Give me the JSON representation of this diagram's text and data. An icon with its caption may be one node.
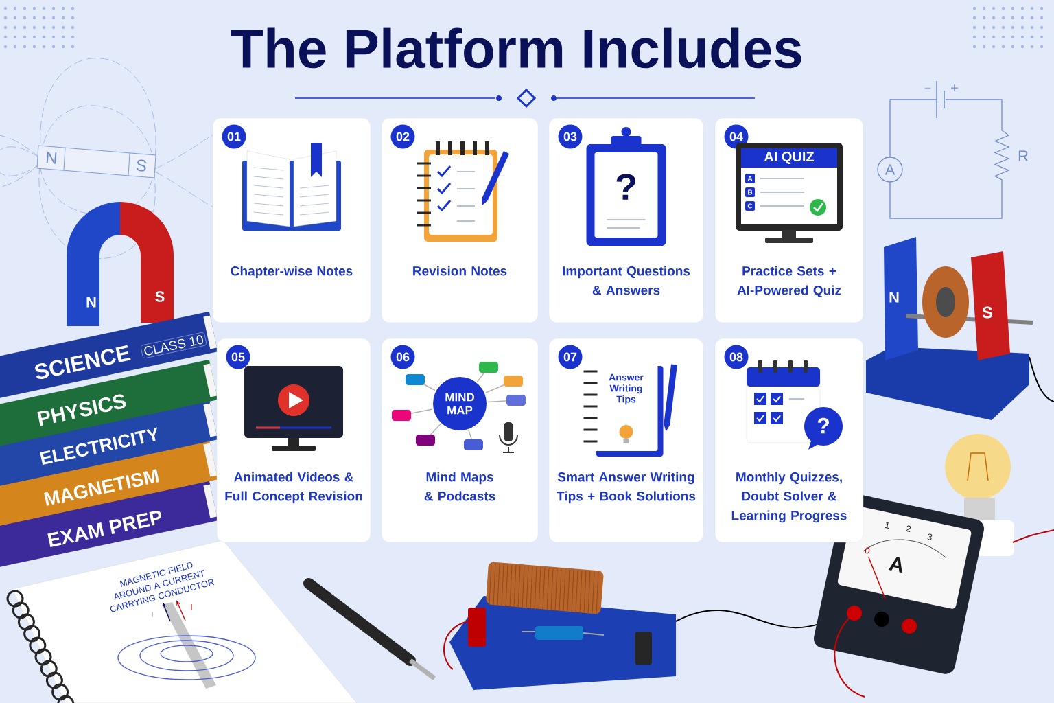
{
  "diagram": {
    "title": "The Platform Includes",
    "nodes": [
      {
        "text": [
          "01",
          "Chapter-wise Notes"
        ]
      },
      {
        "text": [
          "02",
          "Revision Notes"
        ]
      },
      {
        "text": [
          "03",
          "?",
          "Important Questions & Answers"
        ]
      },
      {
        "text": [
          "04",
          "AI QUIZ",
          "A",
          "B",
          "C",
          "Practice Sets + AI-Powered Quiz"
        ]
      },
      {
        "text": [
          "05",
          "Animated Videos & Full Concept Revision"
        ]
      },
      {
        "text": [
          "06",
          "MIND MAP",
          "Mind Maps & Podcasts"
        ]
      },
      {
        "text": [
          "07",
          "Answer Writing Tips",
          "Smart Answer Writing Tips + Book Solutions"
        ]
      },
      {
        "text": [
          "08",
          "?",
          "Monthly Quizzes, Doubt Solver & Learning Progress"
        ]
      }
    ],
    "labels": [
      "−",
      "+",
      "N",
      "S",
      "A",
      "R",
      "N",
      "S",
      "N",
      "S",
      "SCIENCE",
      "CLASS 10",
      "PHYSICS",
      "ELECTRICITY",
      "MAGNETISM",
      "EXAM PREP",
      "1",
      "2",
      "3",
      "0",
      "A",
      "MAGNETIC FIELD AROUND A CURRENT CARRYING CONDUCTOR",
      "I",
      "I"
    ]
  }
}
